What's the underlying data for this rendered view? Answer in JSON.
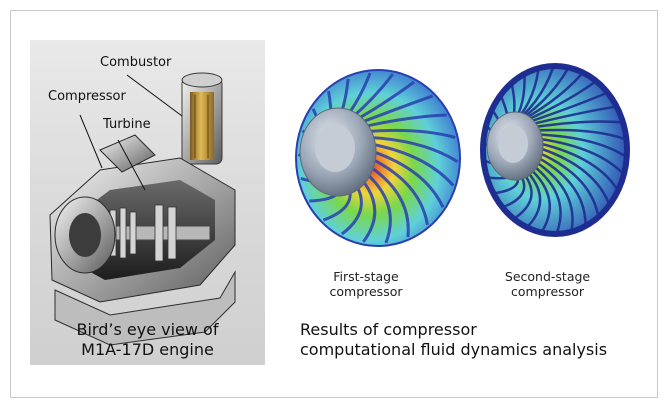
{
  "engine": {
    "callouts": {
      "combustor": "Combustor",
      "compressor": "Compressor",
      "turbine": "Turbine"
    },
    "caption_line1": "Bird’s eye view of",
    "caption_line2": "M1A-17D engine"
  },
  "cfd": {
    "first_stage_line1": "First-stage",
    "first_stage_line2": "compressor",
    "second_stage_line1": "Second-stage",
    "second_stage_line2": "compressor",
    "caption_line1": "Results of compressor",
    "caption_line2": "computational fluid dynamics analysis"
  },
  "colors": {
    "blade_cyan": "#5fd0d8",
    "blade_blue": "#2a3fb0",
    "hot_red": "#e8402a",
    "hub_gray": "#9aa6b6"
  }
}
